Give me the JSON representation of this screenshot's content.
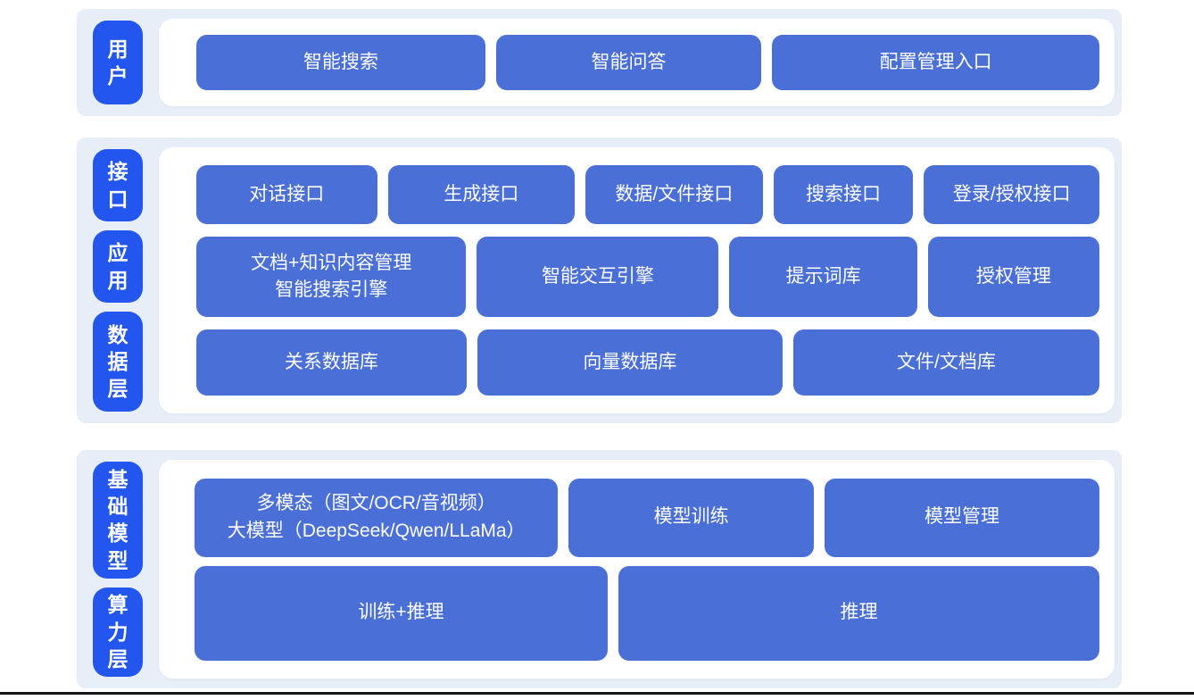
{
  "palette": {
    "band_background": "#e8eef7",
    "layer_label_blue": "#2356ee",
    "block_blue": "#4a70d8",
    "text_white": "#ffffff",
    "bottom_divider_dark": "#14161a"
  },
  "layers": [
    {
      "labels": [
        "用户"
      ],
      "rows": [
        {
          "items": [
            "智能搜索",
            "智能问答",
            "配置管理入口"
          ]
        }
      ]
    },
    {
      "labels": [
        "接口",
        "应用",
        "数据层"
      ],
      "rows": [
        {
          "items": [
            "对话接口",
            "生成接口",
            "数据/文件接口",
            "搜索接口",
            "登录/授权接口"
          ]
        },
        {
          "items": [
            {
              "line1": "文档+知识内容管理",
              "line2": "智能搜索引擎"
            },
            "智能交互引擎",
            "提示词库",
            "授权管理"
          ]
        },
        {
          "items": [
            "关系数据库",
            "向量数据库",
            "文件/文档库"
          ]
        }
      ]
    },
    {
      "labels": [
        "基础模型",
        "算力层"
      ],
      "rows": [
        {
          "items": [
            {
              "line1": "多模态（图文/OCR/音视频）",
              "line2": "大模型（DeepSeek/Qwen/LLaMa）"
            },
            "模型训练",
            "模型管理"
          ]
        },
        {
          "items": [
            "训练+推理",
            "推理"
          ]
        }
      ]
    }
  ]
}
